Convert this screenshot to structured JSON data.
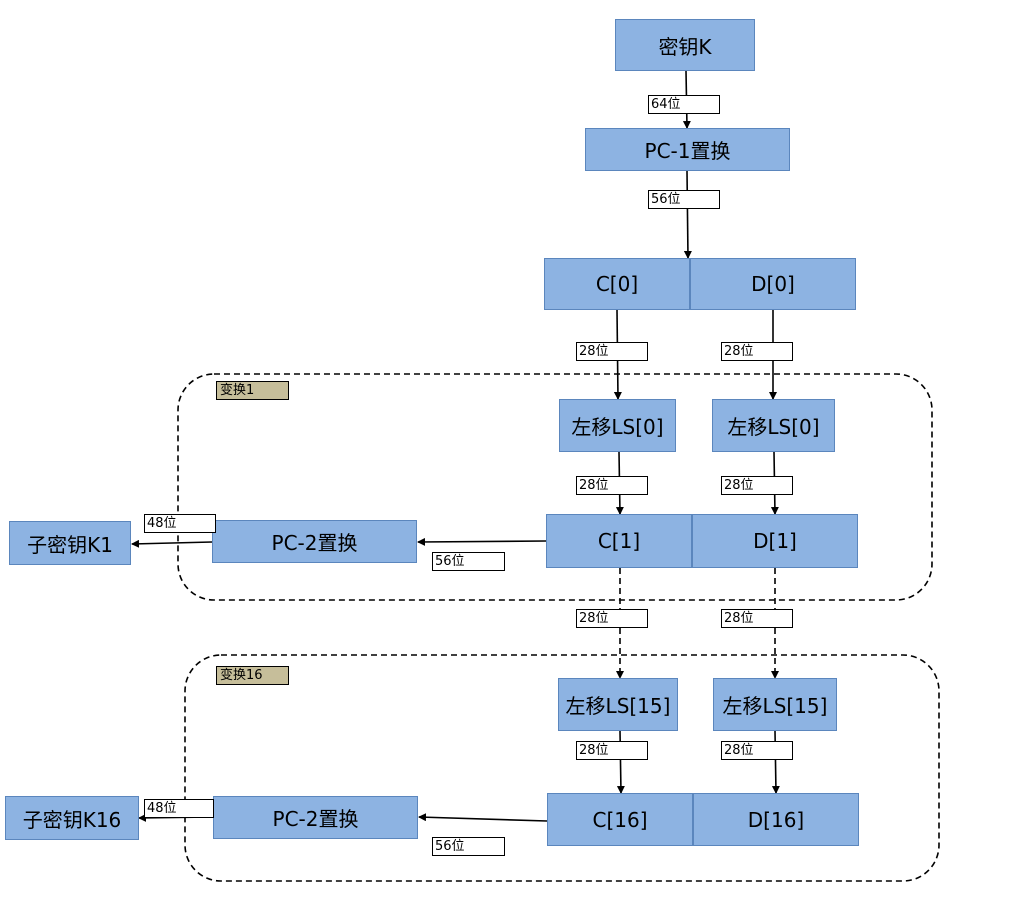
{
  "nodes": {
    "key_k": "密钥K",
    "pc1": "PC-1置换",
    "c0": "C[0]",
    "d0": "D[0]",
    "ls0_c": "左移LS[0]",
    "ls0_d": "左移LS[0]",
    "c1": "C[1]",
    "d1": "D[1]",
    "pc2_a": "PC-2置换",
    "subkey_k1": "子密钥K1",
    "ls15_c": "左移LS[15]",
    "ls15_d": "左移LS[15]",
    "c16": "C[16]",
    "d16": "D[16]",
    "pc2_b": "PC-2置换",
    "subkey_k16": "子密钥K16"
  },
  "groups": {
    "round1": "变换1",
    "round16": "变换16"
  },
  "edge_labels": {
    "k_to_pc1": "64位",
    "pc1_to_cd0": "56位",
    "c0_to_ls": "28位",
    "d0_to_ls": "28位",
    "ls_to_c1": "28位",
    "ls_to_d1": "28位",
    "cd1_to_pc2": "56位",
    "pc2_to_k1": "48位",
    "c1_to_ls15": "28位",
    "d1_to_ls15": "28位",
    "ls15_to_c16": "28位",
    "ls15_to_d16": "28位",
    "cd16_to_pc2": "56位",
    "pc2_to_k16": "48位"
  },
  "colors": {
    "box_fill": "#8db3e2",
    "box_border": "#5b86bd",
    "group_label_fill": "#c6be9a"
  }
}
